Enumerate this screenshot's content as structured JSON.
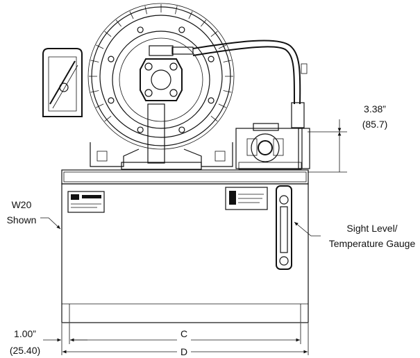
{
  "labels": {
    "model_line1": "W20",
    "model_line2": "Shown",
    "top_dim_value": "3.38”",
    "top_dim_metric": "(85.7)",
    "sight_line1": "Sight Level/",
    "sight_line2": "Temperature Gauge",
    "left_dim_value": "1.00”",
    "left_dim_metric": "(25.40)",
    "dim_c": "C",
    "dim_d": "D"
  }
}
